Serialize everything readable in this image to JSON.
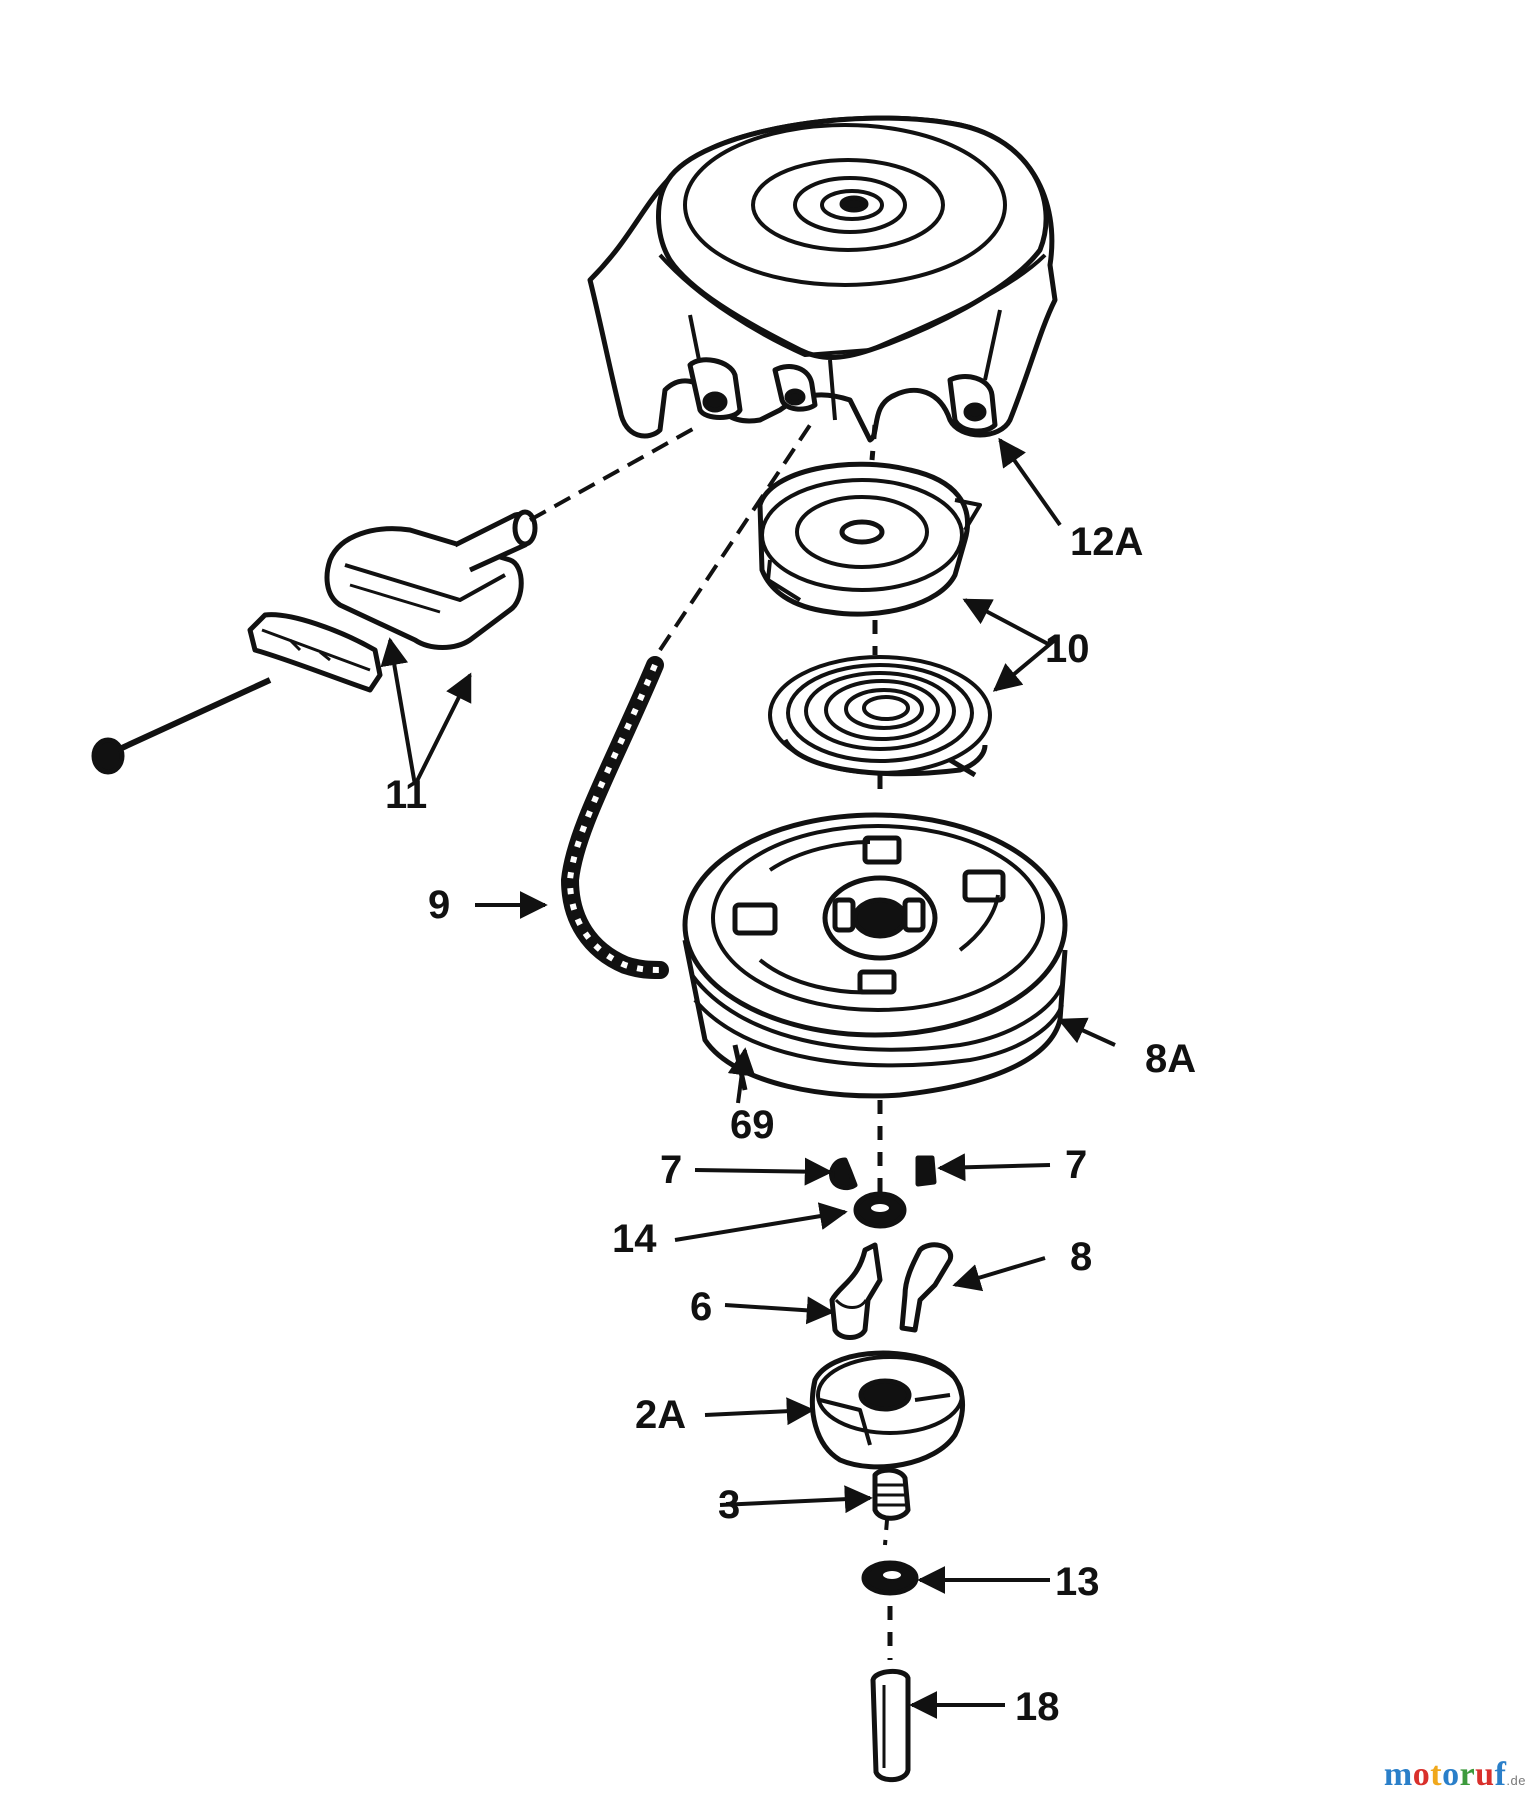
{
  "callouts": {
    "p12a": "12A",
    "p10": "10",
    "p11": "11",
    "p9": "9",
    "p8a": "8A",
    "p69": "69",
    "p7_left": "7",
    "p7_right": "7",
    "p14": "14",
    "p6": "6",
    "p8": "8",
    "p2a": "2A",
    "p3": "3",
    "p13": "13",
    "p18": "18"
  },
  "watermark": {
    "letters": [
      "m",
      "o",
      "t",
      "o",
      "r",
      "u",
      "f"
    ],
    "colors": [
      "#2a7fc9",
      "#d9302c",
      "#f0a81c",
      "#2a7fc9",
      "#3c9a3c",
      "#d9302c",
      "#2a7fc9"
    ],
    "suffix": ".de"
  }
}
